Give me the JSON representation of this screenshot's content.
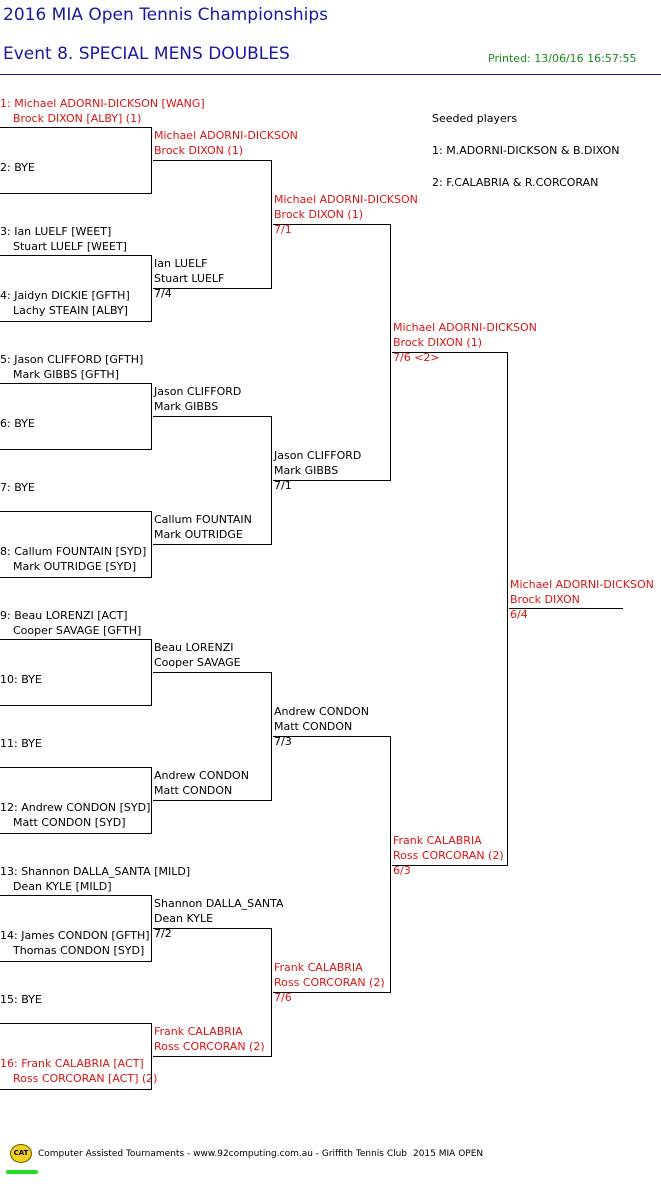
{
  "header": {
    "title": "2016 MIA Open Tennis Championships",
    "event": "Event 8. SPECIAL MENS DOUBLES",
    "printed": "Printed: 13/06/16 16:57:55"
  },
  "seeds": {
    "heading": "Seeded players",
    "items": [
      "1: M.ADORNI-DICKSON & B.DIXON",
      "2: F.CALABRIA & R.CORCORAN"
    ]
  },
  "round1": [
    {
      "line1": "1: Michael ADORNI-DICKSON [WANG]",
      "line2": "Brock DIXON [ALBY] (1)",
      "seeded": true
    },
    {
      "line1": "2: BYE",
      "line2": ""
    },
    {
      "line1": "3: Ian LUELF [WEET]",
      "line2": "Stuart LUELF [WEET]"
    },
    {
      "line1": "4: Jaidyn DICKIE [GFTH]",
      "line2": "Lachy STEAIN [ALBY]"
    },
    {
      "line1": "5: Jason CLIFFORD [GFTH]",
      "line2": "Mark GIBBS [GFTH]"
    },
    {
      "line1": "6: BYE",
      "line2": ""
    },
    {
      "line1": "7: BYE",
      "line2": ""
    },
    {
      "line1": "8: Callum FOUNTAIN [SYD]",
      "line2": "Mark OUTRIDGE [SYD]"
    },
    {
      "line1": "9: Beau LORENZI [ACT]",
      "line2": "Cooper SAVAGE [GFTH]"
    },
    {
      "line1": "10: BYE",
      "line2": ""
    },
    {
      "line1": "11: BYE",
      "line2": ""
    },
    {
      "line1": "12: Andrew CONDON [SYD]",
      "line2": "Matt CONDON [SYD]"
    },
    {
      "line1": "13: Shannon DALLA_SANTA [MILD]",
      "line2": "Dean KYLE [MILD]"
    },
    {
      "line1": "14: James CONDON [GFTH]",
      "line2": "Thomas CONDON [SYD]"
    },
    {
      "line1": "15: BYE",
      "line2": ""
    },
    {
      "line1": "16: Frank CALABRIA [ACT]",
      "line2": "Ross CORCORAN [ACT] (2)",
      "seeded": true
    }
  ],
  "round2": [
    {
      "line1": "Michael ADORNI-DICKSON",
      "line2": "Brock DIXON (1)",
      "score": "",
      "seeded": true
    },
    {
      "line1": "Ian LUELF",
      "line2": "Stuart LUELF",
      "score": "7/4"
    },
    {
      "line1": "Jason CLIFFORD",
      "line2": "Mark GIBBS",
      "score": ""
    },
    {
      "line1": "Callum FOUNTAIN",
      "line2": "Mark OUTRIDGE",
      "score": ""
    },
    {
      "line1": "Beau LORENZI",
      "line2": "Cooper SAVAGE",
      "score": ""
    },
    {
      "line1": "Andrew CONDON",
      "line2": "Matt CONDON",
      "score": ""
    },
    {
      "line1": "Shannon DALLA_SANTA",
      "line2": "Dean KYLE",
      "score": "7/2"
    },
    {
      "line1": "Frank CALABRIA",
      "line2": "Ross CORCORAN (2)",
      "score": "",
      "seeded": true
    }
  ],
  "quarterfinals": [
    {
      "line1": "Michael ADORNI-DICKSON",
      "line2": "Brock DIXON (1)",
      "score": "7/1",
      "seeded": true
    },
    {
      "line1": "Jason CLIFFORD",
      "line2": "Mark GIBBS",
      "score": "7/1"
    },
    {
      "line1": "Andrew CONDON",
      "line2": "Matt CONDON",
      "score": "7/3"
    },
    {
      "line1": "Frank CALABRIA",
      "line2": "Ross CORCORAN (2)",
      "score": "7/6",
      "seeded": true
    }
  ],
  "semifinals": [
    {
      "line1": "Michael ADORNI-DICKSON",
      "line2": "Brock DIXON (1)",
      "score": "7/6 <2>",
      "seeded": true
    },
    {
      "line1": "Frank CALABRIA",
      "line2": "Ross CORCORAN (2)",
      "score": "6/3",
      "seeded": true
    }
  ],
  "final": {
    "line1": "Michael ADORNI-DICKSON",
    "line2": "Brock DIXON",
    "score": "6/4",
    "seeded": true
  },
  "footer": {
    "logo": "CAT",
    "text": "Computer Assisted Tournaments - www.92computing.com.au -  Griffith Tennis Club",
    "event": "2015 MIA OPEN"
  },
  "colors": {
    "title": "#1818a8",
    "seeded": "#dc1414",
    "printed": "#1f8a1f"
  }
}
